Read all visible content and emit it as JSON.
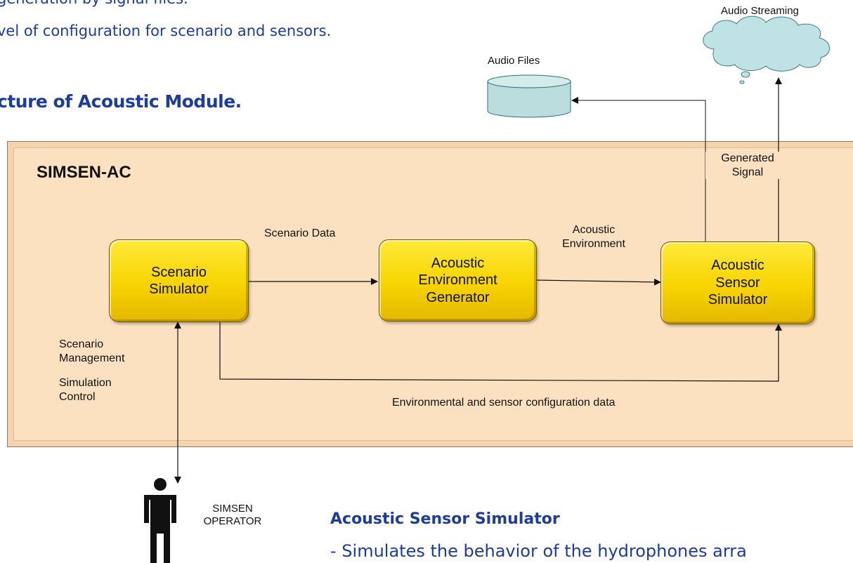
{
  "header": {
    "bullet_1": "generation by signal files.",
    "bullet_2": "vel of configuration for scenario and sensors.",
    "section_title": "cture of Acoustic Module."
  },
  "system": {
    "title": "SIMSEN-AC"
  },
  "blocks": {
    "scenario_simulator": "Scenario\nSimulator",
    "acoustic_environment_generator": "Acoustic\nEnvironment\nGenerator",
    "acoustic_sensor_simulator": "Acoustic\nSensor\nSimulator"
  },
  "labels": {
    "scenario_data": "Scenario Data",
    "acoustic_environment": "Acoustic\nEnvironment",
    "generated_signal": "Generated\nSignal",
    "scenario_management": "Scenario\nManagement",
    "simulation_control": "Simulation\nControl",
    "env_sensor_config": "Environmental and sensor configuration data",
    "audio_files": "Audio Files",
    "audio_streaming": "Audio Streaming",
    "operator": "SIMSEN\nOPERATOR"
  },
  "footer": {
    "subtitle": "Acoustic Sensor Simulator",
    "bullet": "- Simulates the behavior of the hydrophones arra"
  },
  "colors": {
    "heading_blue": "#1d3c9c",
    "system_fill": "#fbe1c0",
    "block_yellow": "#f7d400",
    "storage_fill": "#b9dedd",
    "cloud_fill": "#bfe2e4"
  }
}
